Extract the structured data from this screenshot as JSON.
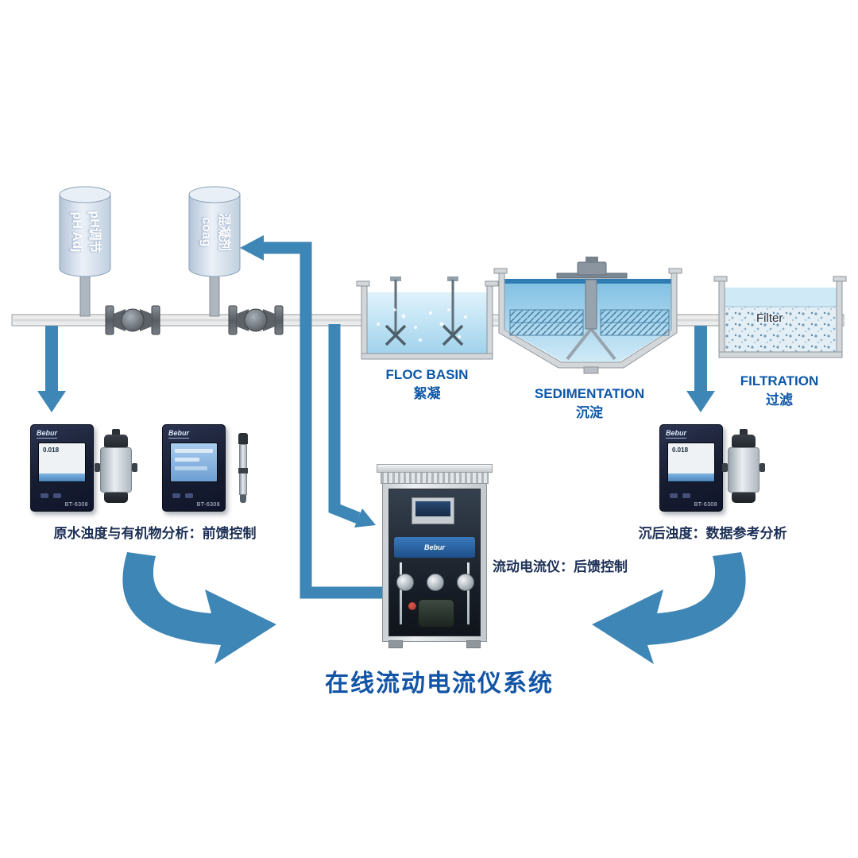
{
  "title": "在线流动电流仪系统",
  "tanks": {
    "ph": {
      "label_en": "pH Adj",
      "label_zh": "pH调节"
    },
    "coag": {
      "label_en": "coag",
      "label_zh": "混凝剂"
    }
  },
  "basins": {
    "floc": {
      "label_en": "FLOC BASIN",
      "label_zh": "絮凝"
    },
    "sedimentation": {
      "label_en": "SEDIMENTATION",
      "label_zh": "沉淀"
    },
    "filtration": {
      "label_en": "FILTRATION",
      "label_zh": "过滤",
      "media_label": "Filter"
    }
  },
  "instruments": {
    "feedforward": {
      "brand": "Bebur",
      "model": "BT-6308",
      "screen_reading": "0.018",
      "caption": "原水浊度与有机物分析：前馈控制"
    },
    "reference": {
      "brand": "Bebur",
      "model": "BT-6308",
      "screen_reading": "0.018",
      "caption": "沉后浊度：数据参考分析"
    },
    "cabinet": {
      "brand": "Bebur",
      "caption": "流动电流仪：后馈控制"
    }
  },
  "colors": {
    "arrow_blue": "#3d86b5",
    "title_blue": "#1254a6",
    "label_blue": "#0d57a7",
    "caption_navy": "#1c2f55",
    "water_blue": "#9fd2ec"
  }
}
